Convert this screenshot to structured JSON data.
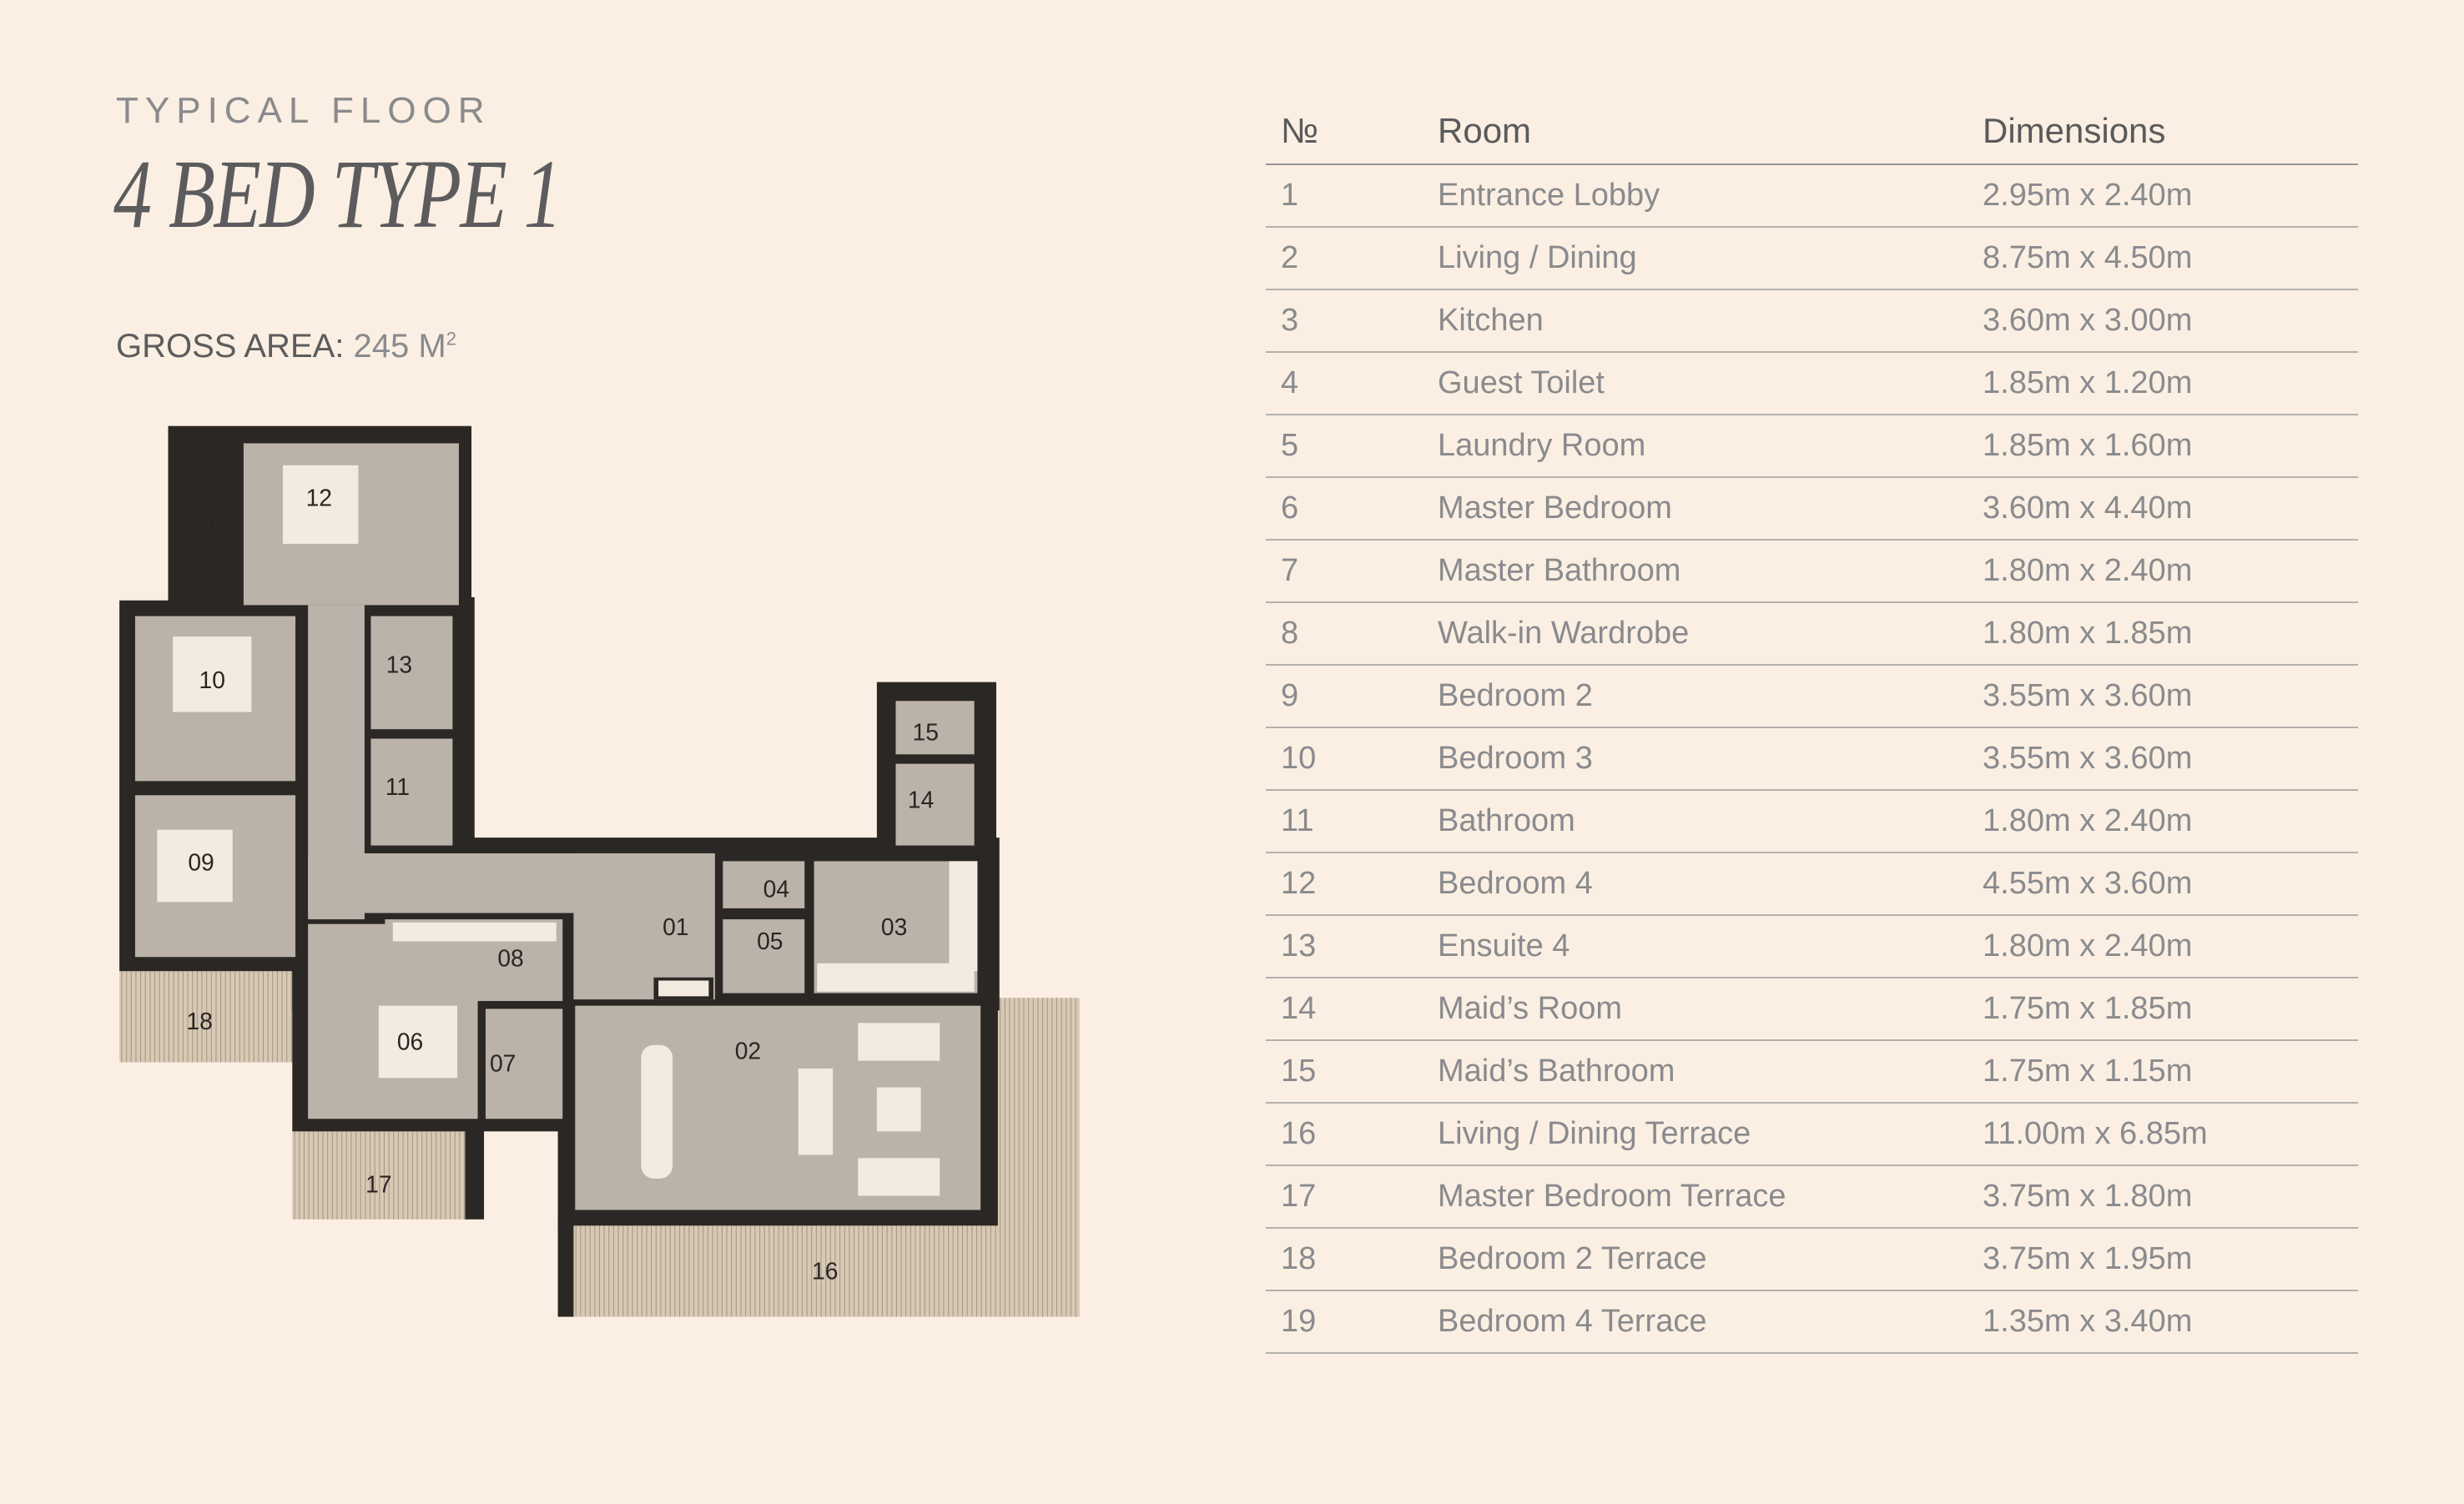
{
  "header": {
    "subtitle": "TYPICAL FLOOR",
    "title": "4 BED TYPE 1",
    "gross_area_label": "GROSS AREA:",
    "gross_area_value": "245 M",
    "gross_area_sup": "2"
  },
  "table": {
    "columns": [
      "№",
      "Room",
      "Dimensions"
    ],
    "rows": [
      {
        "no": "1",
        "room": "Entrance Lobby",
        "dim": "2.95m x 2.40m"
      },
      {
        "no": "2",
        "room": "Living / Dining",
        "dim": "8.75m x 4.50m"
      },
      {
        "no": "3",
        "room": "Kitchen",
        "dim": "3.60m x 3.00m"
      },
      {
        "no": "4",
        "room": "Guest Toilet",
        "dim": "1.85m x 1.20m"
      },
      {
        "no": "5",
        "room": "Laundry Room",
        "dim": "1.85m x 1.60m"
      },
      {
        "no": "6",
        "room": "Master Bedroom",
        "dim": "3.60m x 4.40m"
      },
      {
        "no": "7",
        "room": "Master Bathroom",
        "dim": "1.80m x 2.40m"
      },
      {
        "no": "8",
        "room": "Walk-in Wardrobe",
        "dim": "1.80m x 1.85m"
      },
      {
        "no": "9",
        "room": "Bedroom 2",
        "dim": "3.55m x 3.60m"
      },
      {
        "no": "10",
        "room": "Bedroom 3",
        "dim": "3.55m x 3.60m"
      },
      {
        "no": "11",
        "room": "Bathroom",
        "dim": "1.80m x 2.40m"
      },
      {
        "no": "12",
        "room": "Bedroom 4",
        "dim": "4.55m x 3.60m"
      },
      {
        "no": "13",
        "room": "Ensuite 4",
        "dim": "1.80m x 2.40m"
      },
      {
        "no": "14",
        "room": "Maid’s Room",
        "dim": "1.75m x 1.85m"
      },
      {
        "no": "15",
        "room": "Maid’s Bathroom",
        "dim": "1.75m x 1.15m"
      },
      {
        "no": "16",
        "room": "Living / Dining Terrace",
        "dim": "11.00m x 6.85m"
      },
      {
        "no": "17",
        "room": "Master Bedroom Terrace",
        "dim": "3.75m x 1.80m"
      },
      {
        "no": "18",
        "room": "Bedroom 2 Terrace",
        "dim": "3.75m x 1.95m"
      },
      {
        "no": "19",
        "room": "Bedroom 4 Terrace",
        "dim": "1.35m x 3.40m"
      }
    ]
  },
  "plan": {
    "labels": [
      "01",
      "02",
      "03",
      "04",
      "05",
      "06",
      "07",
      "08",
      "09",
      "10",
      "11",
      "12",
      "13",
      "14",
      "15",
      "16",
      "17",
      "18",
      "19"
    ],
    "colors": {
      "wall": "#2b2724",
      "room": "#bbb3aa",
      "terrace": "#d8c9b5",
      "stripe": "#a99a88",
      "furniture": "#f3ebe0"
    }
  }
}
